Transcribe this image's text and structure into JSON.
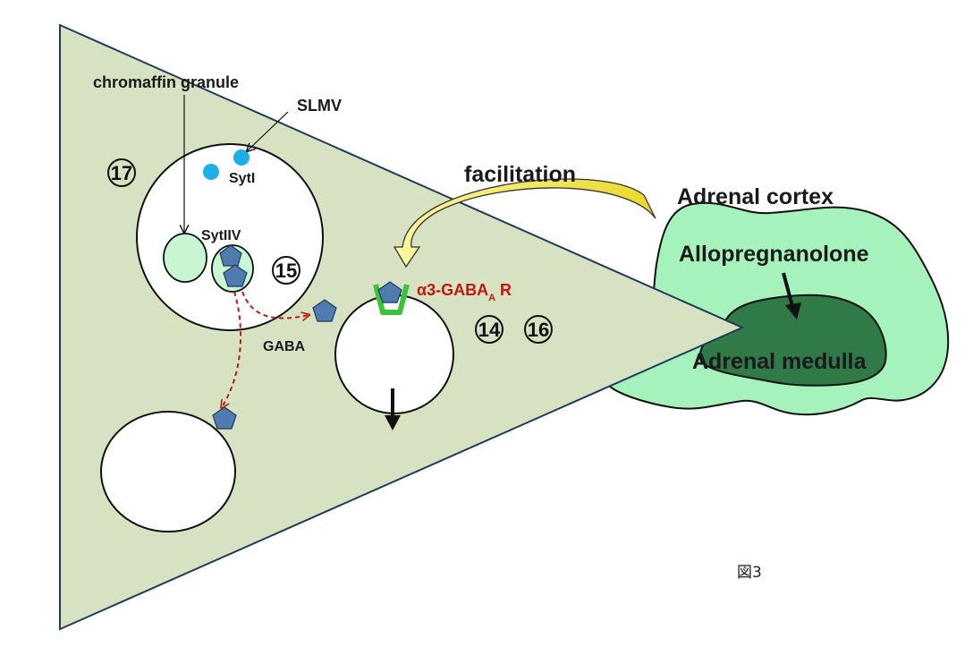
{
  "labels": {
    "chromaffin_granule": "chromaffin granule",
    "slmv": "SLMV",
    "syt1": "SytI",
    "syt4": "SytIIV",
    "gaba": "GABA",
    "receptor_prefix": "α3-GABA",
    "receptor_sub": "A",
    "receptor_suffix": " R",
    "facilitation": "facilitation",
    "adrenal_cortex": "Adrenal cortex",
    "allopregnanolone": "Allopregnanolone",
    "adrenal_medulla": "Adrenal medulla",
    "figure_label": "図3"
  },
  "refs": {
    "r14": "14",
    "r15": "15",
    "r16": "16",
    "r17": "17"
  },
  "colors": {
    "cell_fill": "#d7e2c3",
    "cortex_fill": "#a6f2bd",
    "medulla_fill": "#2f7a47",
    "granule_fill": "#c9f5d2",
    "pentagon_fill": "#4f7bb0",
    "slmv_dot": "#1eaee8",
    "receptor_green": "#3ac43a",
    "arrow_yellow": "#f2e94a",
    "dashed_red": "#c0170f"
  }
}
